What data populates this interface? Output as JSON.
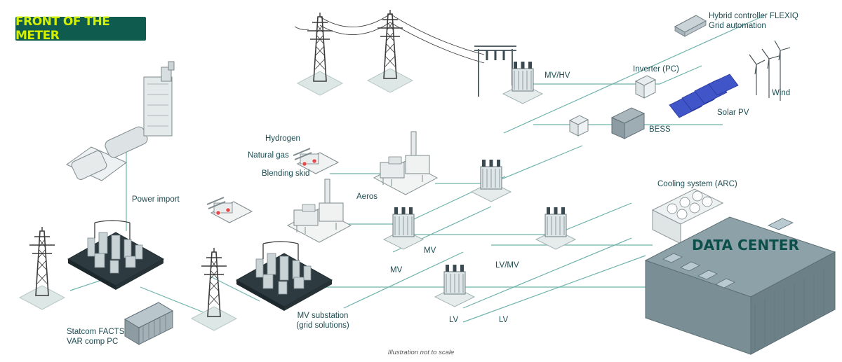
{
  "header": {
    "title": "FRONT OF THE METER"
  },
  "labels": {
    "hybrid_controller": "Hybrid controller FLEXIQ",
    "grid_automation": "Grid automation",
    "mv_hv": "MV/HV",
    "inverter": "Inverter (PC)",
    "wind": "Wind",
    "solar_pv": "Solar PV",
    "bess": "BESS",
    "hydrogen": "Hydrogen",
    "natural_gas": "Natural gas",
    "blending_skid": "Blending skid",
    "aeros": "Aeros",
    "power_import": "Power import",
    "cooling_system": "Cooling system (ARC)",
    "data_center": "DATA CENTER",
    "mv_1": "MV",
    "mv_2": "MV",
    "lv_mv": "LV/MV",
    "lv_1": "LV",
    "lv_2": "LV",
    "mv_substation": "MV substation",
    "grid_solutions": "(grid solutions)",
    "statcom_1": "Statcom FACTS",
    "statcom_2": "VAR comp PC"
  },
  "footnote": "Illustration not to scale",
  "colors": {
    "badge_bg": "#0f5c4f",
    "badge_text": "#d4f000",
    "line": "#6fb3ab",
    "label_text": "#1c4d52",
    "data_center": "#8ca2a8",
    "solar": "#4056c8"
  }
}
